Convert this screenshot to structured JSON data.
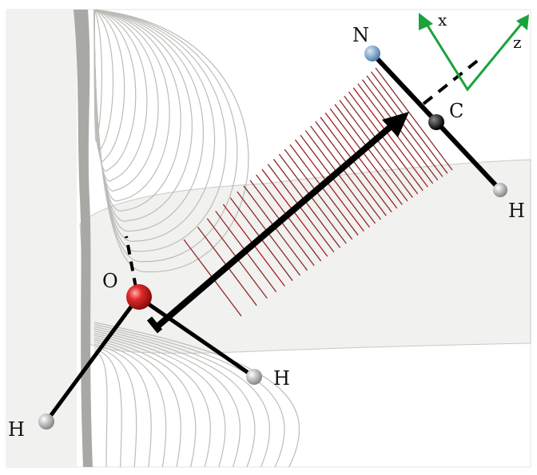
{
  "atoms": {
    "n": {
      "label": "N",
      "color": "#6f9ccc"
    },
    "c": {
      "label": "C",
      "color": "#1a1a1a"
    },
    "h_cn": {
      "label": "H",
      "color": "#e8e8e8"
    },
    "o": {
      "label": "O",
      "color": "#d32020"
    },
    "h_left": {
      "label": "H",
      "color": "#e8e8e8"
    },
    "h_right": {
      "label": "H",
      "color": "#e8e8e8"
    }
  },
  "axes": {
    "x_label": "x",
    "z_label": "z",
    "color": "#1aa33a"
  },
  "colors": {
    "field_lines": "#8b2a2a",
    "contours": "#b8b8b4",
    "band": "#f1f1ef",
    "bond": "#000000"
  }
}
